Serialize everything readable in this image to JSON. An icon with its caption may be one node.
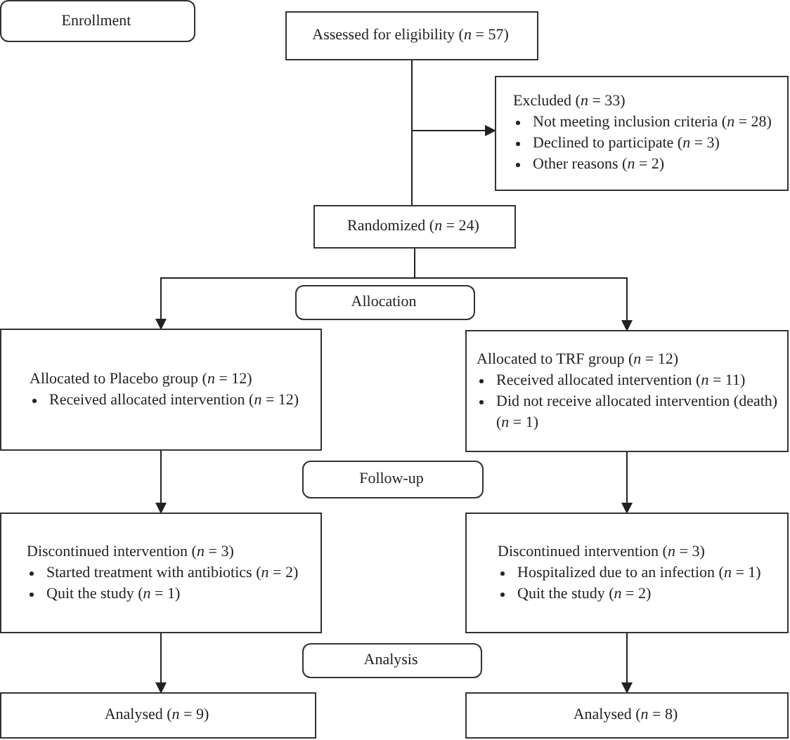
{
  "diagram": {
    "nodes": [
      {
        "text": [
          "Enrollment"
        ]
      },
      {
        "text": [
          "Assessed for eligibility (*n* = 57)"
        ]
      },
      {
        "text": [
          "Excluded (*n* = 33)",
          "Not meeting inclusion criteria (*n* = 28)",
          "Declined to participate (*n* = 3)",
          "Other reasons (*n* = 2)"
        ]
      },
      {
        "text": [
          "Randomized (*n* = 24)"
        ]
      },
      {
        "text": [
          "Allocation"
        ]
      },
      {
        "text": [
          "Allocated to Placebo group (*n* = 12)",
          "Received allocated intervention (*n* = 12)"
        ]
      },
      {
        "text": [
          "Allocated to TRF group (*n* = 12)",
          "Received allocated intervention (*n* = 11)",
          "Did not receive allocated intervention (death) (*n* = 1)"
        ]
      },
      {
        "text": [
          "Follow-up"
        ]
      },
      {
        "text": [
          "Discontinued intervention (*n* = 3)",
          "Started treatment with antibiotics (*n* = 2)",
          "Quit the study (*n* = 1)"
        ]
      },
      {
        "text": [
          "Discontinued intervention (*n* = 3)",
          "Hospitalized due to an infection (*n* = 1)",
          "Quit the study (*n* = 2)"
        ]
      },
      {
        "text": [
          "Analysis"
        ]
      },
      {
        "text": [
          "Analysed (*n* = 9)"
        ]
      },
      {
        "text": [
          "Analysed (*n* = 8)"
        ]
      }
    ],
    "edges": [
      {
        "from": 1,
        "to": 3,
        "arrow": "none"
      },
      {
        "from": 1,
        "to": 2,
        "arrow": "to"
      },
      {
        "from": 3,
        "to": 5,
        "arrow": "to"
      },
      {
        "from": 3,
        "to": 6,
        "arrow": "to"
      },
      {
        "from": 5,
        "to": 8,
        "arrow": "to"
      },
      {
        "from": 6,
        "to": 9,
        "arrow": "to"
      },
      {
        "from": 8,
        "to": 11,
        "arrow": "to"
      },
      {
        "from": 9,
        "to": 12,
        "arrow": "to"
      }
    ]
  }
}
